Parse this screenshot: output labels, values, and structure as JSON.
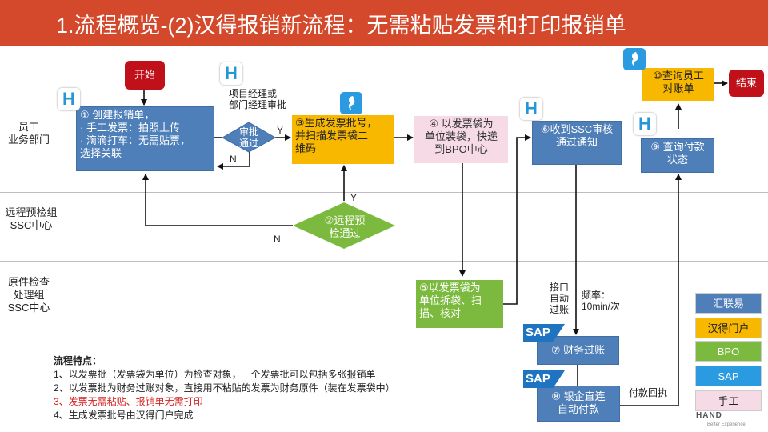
{
  "title": "1.流程概览-(2)汉得报销新流程：无需粘贴发票和打印报销单",
  "lanes": {
    "l1": "员工\n业务部门",
    "l2": "远程预检组\nSSC中心",
    "l3": "原件检查\n处理组\nSSC中心"
  },
  "nodes": {
    "start": "开始",
    "n1": "① 创建报销单，\n · 手工发票：拍照上传\n · 滴滴打车：无需贴票，\n选择关联",
    "approve_label": "项目经理或\n部门经理审批",
    "approve": "审批\n通过",
    "n3": "③生成发票批号，\n并扫描发票袋二\n维码",
    "n4": "④ 以发票袋为\n单位装袋，快递\n到BPO中心",
    "n6": "⑥收到SSC审核\n通过通知",
    "n10": "⑩查询员工\n对账单",
    "end": "结束",
    "n9": "⑨ 查询付款\n状态",
    "n2": "②远程预\n检通过",
    "n5": "⑤以发票袋为\n单位拆袋、扫\n描、核对",
    "n7": "⑦ 财务过账",
    "n8": "⑧ 银企直连\n自动付款"
  },
  "edge_labels": {
    "y1": "Y",
    "n1": "N",
    "y2": "Y",
    "n2": "N",
    "interface": "接口\n自动\n过账",
    "freq": "频率：\n10min/次",
    "receipt": "付款回执"
  },
  "legend": [
    {
      "label": "汇联易",
      "color": "#4f7fb8",
      "text": "#ffffff"
    },
    {
      "label": "汉得门户",
      "color": "#f8b800",
      "text": "#222222"
    },
    {
      "label": "BPO",
      "color": "#7cba3f",
      "text": "#ffffff"
    },
    {
      "label": "SAP",
      "color": "#2a9be0",
      "text": "#ffffff"
    },
    {
      "label": "手工",
      "color": "#f6dbe7",
      "text": "#222222"
    }
  ],
  "notes": {
    "title": "流程特点：",
    "items": [
      "1、以发票批（发票袋为单位）为检查对象，一个发票批可以包括多张报销单",
      "2、以发票批为财务过账对象，直接用不粘贴的发票为财务原件（装在发票袋中）",
      "3、发票无需粘贴、报销单无需打印",
      "4、生成发票批号由汉得门户完成"
    ]
  },
  "icons": {
    "h": "H",
    "sap": "SAP"
  },
  "logo": {
    "name": "HAND",
    "tagline": "Better Experience"
  },
  "colors": {
    "title_bar": "#d4492c",
    "blue": "#4f7fb8",
    "orange": "#f8b800",
    "green": "#7cba3f",
    "pink": "#f6dbe7",
    "red": "#c0111a"
  }
}
